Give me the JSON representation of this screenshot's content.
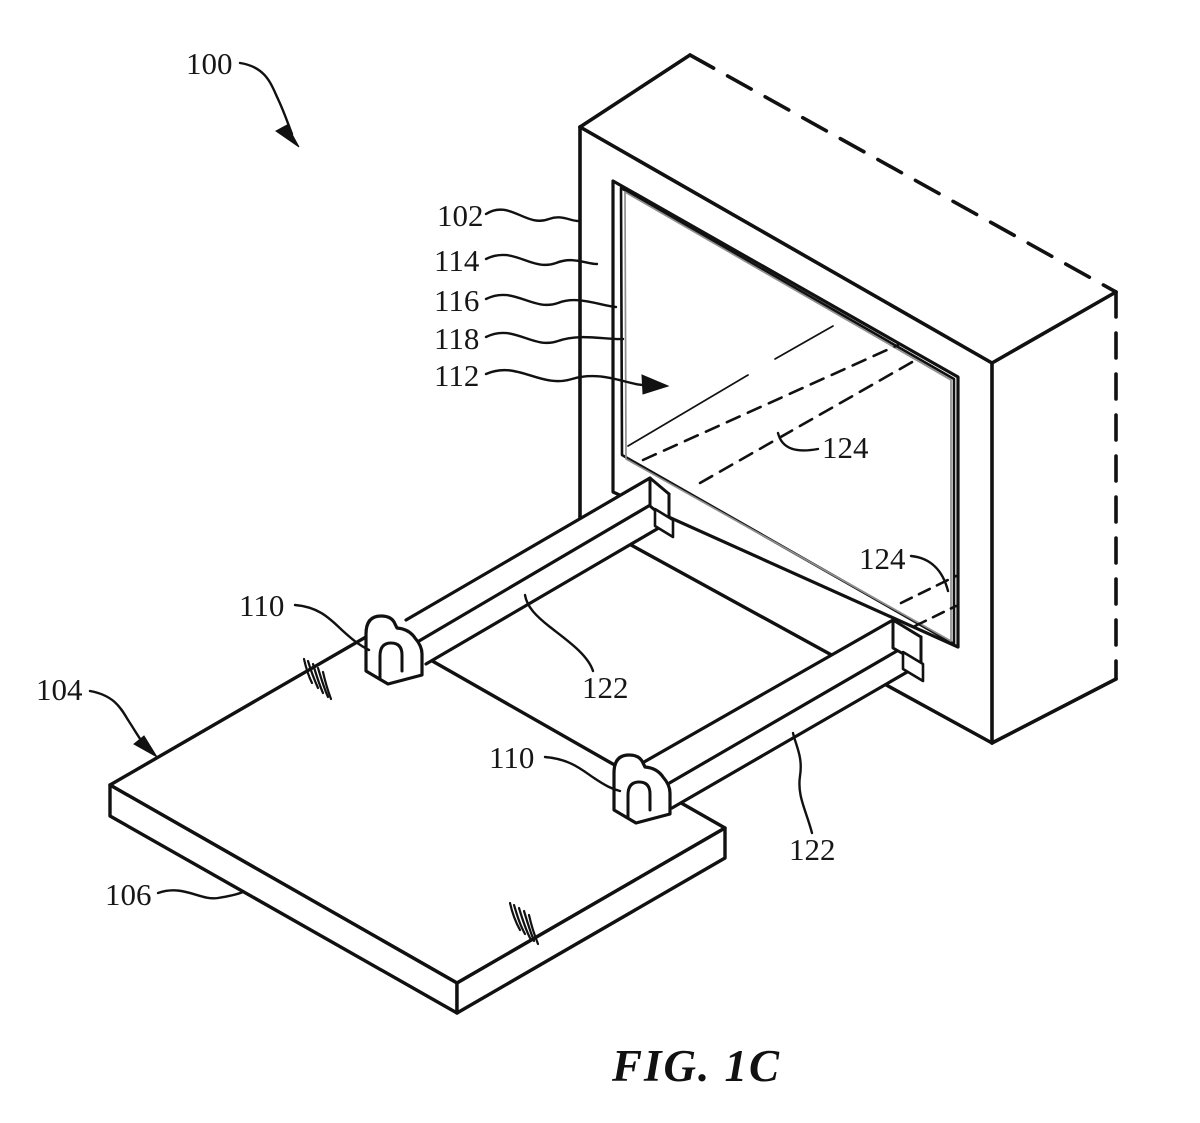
{
  "figure": {
    "caption": "FIG. 1C",
    "type": "patent-line-drawing",
    "reference_numerals": [
      "100",
      "102",
      "104",
      "106",
      "110",
      "112",
      "114",
      "116",
      "118",
      "122",
      "124"
    ],
    "labels": {
      "l100": "100",
      "l102": "102",
      "l114": "114",
      "l116": "116",
      "l118": "118",
      "l112": "112",
      "l124a": "124",
      "l124b": "124",
      "l110a": "110",
      "l110b": "110",
      "l122a": "122",
      "l122b": "122",
      "l104": "104",
      "l106": "106"
    },
    "colors": {
      "line": "#111111",
      "layer_gray": "#8f8f8f",
      "background": "#ffffff",
      "text": "#161616"
    }
  }
}
